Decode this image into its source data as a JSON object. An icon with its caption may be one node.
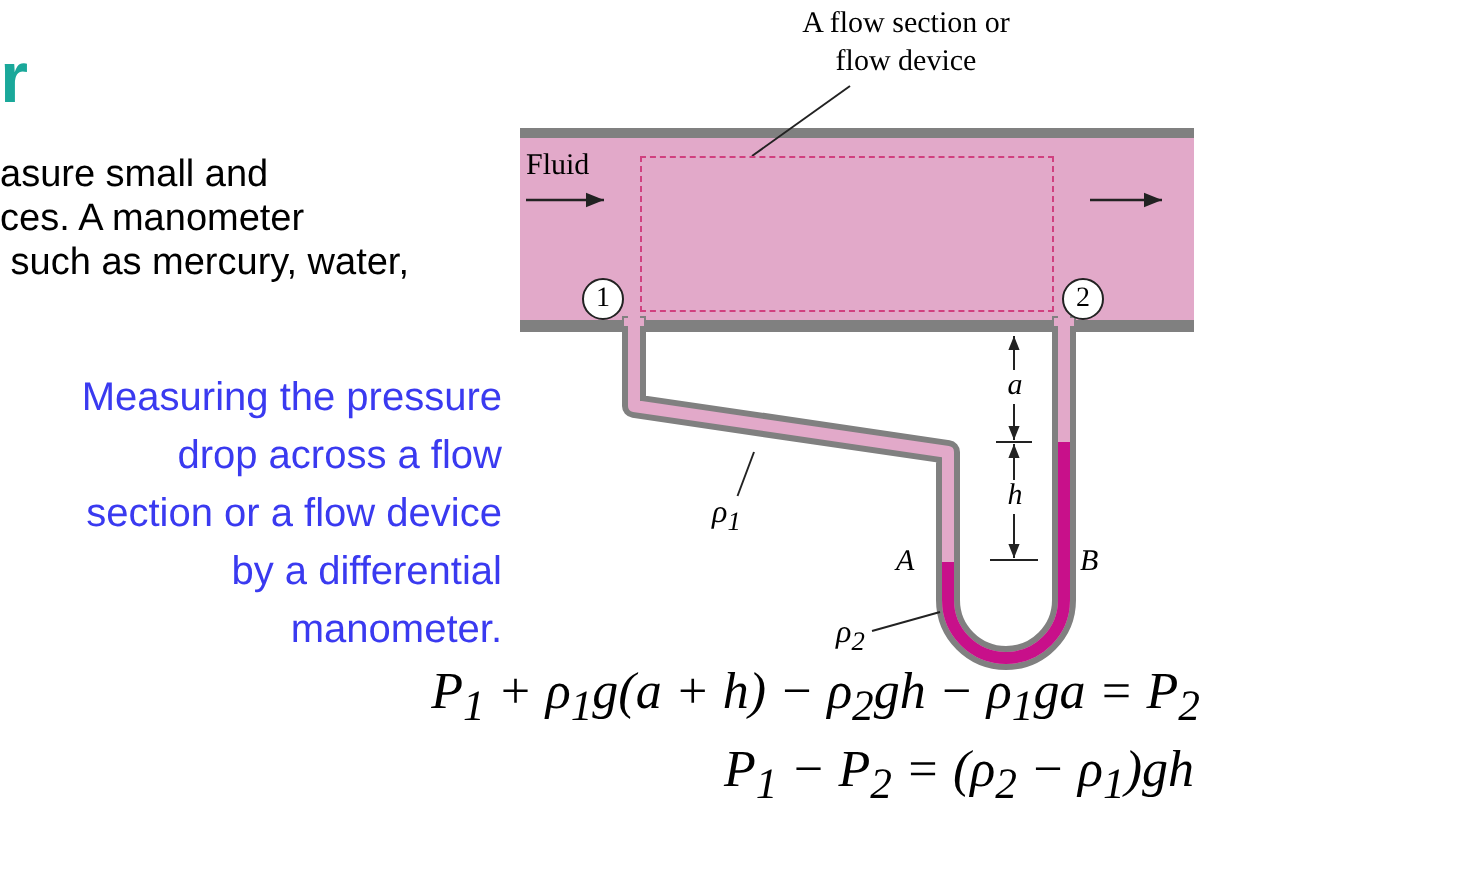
{
  "diagram": {
    "nodes": [
      {
        "text": [
          "A flow section or flow device"
        ]
      },
      {
        "text": [],
        "shape": "box"
      },
      {
        "text": [
          "1"
        ]
      },
      {
        "text": [
          "2"
        ]
      },
      {
        "text": [
          "ρ$_{1}$"
        ]
      },
      {
        "text": [
          "ρ$_{2}$"
        ]
      }
    ],
    "edges": [
      {
        "from": 0,
        "to": 1,
        "arrow": "none"
      },
      {
        "from": 4,
        "to": null,
        "arrow": "none"
      },
      {
        "from": 5,
        "to": null,
        "arrow": "none"
      }
    ],
    "labels": [
      "r",
      "asure small and",
      "ces. A manometer",
      " such as mercury, water,",
      "Fluid",
      "a",
      "h",
      "A",
      "B",
      "Measuring the pressure drop across a flow section or a flow device by a differential manometer.",
      "P$_{1}$ + ρ$_{1}$g(a + h) − ρ$_{2}$gh − ρ$_{1}$ga = P$_{2}$",
      "P$_{1}$ − P$_{2}$ = (ρ$_{2}$ − ρ$_{1}$)gh"
    ]
  }
}
